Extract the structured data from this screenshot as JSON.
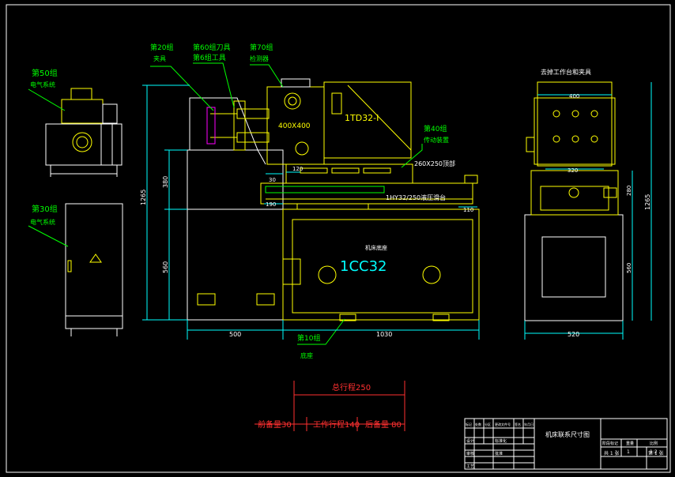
{
  "colors": {
    "background": "#000000",
    "frame": "#ffffff",
    "outline": "#ffffff",
    "detail": "#ffff00",
    "dimension": "#00ffff",
    "leader": "#00ff00",
    "stroke_note": "#ff3030",
    "callout": "#ff00ff"
  },
  "labels": {
    "group20": "第20组",
    "fixture": "夹具",
    "group60": "第60组刀具",
    "group6_tool": "第6组工具",
    "group70": "第70组",
    "detect": "检测器",
    "group50": "第50组",
    "electric_sys": "电气系统",
    "group30": "第30组",
    "electric_cab": "电气系统",
    "group40": "第40组",
    "slide_dev": "传动装置",
    "group10": "第10组",
    "base": "底座",
    "bed_label": "机床底座",
    "fixture_right": "去掉工作台和夹具",
    "unit_tdz": "1TD32-I",
    "unit_hy": "1HY32/250液压滑台",
    "unit_cc": "1CC32",
    "table_size": "400X400",
    "slide_size": "260X250顶部",
    "stroke_total": "总行程250",
    "stroke_front": "前备量30",
    "stroke_work": "工作行程140",
    "stroke_back": "后备量 80"
  },
  "dims": {
    "d380": "380",
    "d560l": "560",
    "d1265l": "1265",
    "d120": "120",
    "d30": "30",
    "d190": "190",
    "d110": "110",
    "d500": "500",
    "d1030": "1030",
    "d400": "400",
    "d320": "320",
    "d280": "280",
    "d560r": "560",
    "d1265r": "1265",
    "d520": "520"
  },
  "title_block": {
    "title": "机床联系尺寸图",
    "scale_ratio": "1:2",
    "qty": "1",
    "sheet": "共 1 张",
    "sheet_no": "第 1 张",
    "col_stage": "阶段标记",
    "col_weight": "重量",
    "col_scale": "比例",
    "row_mark": "标记",
    "row_count": "处数",
    "row_zone": "分区",
    "row_doc": "更改文件号",
    "row_sign": "签名",
    "row_date": "年月日",
    "row_design": "设计",
    "row_std": "标准化",
    "row_check": "审核",
    "row_approve": "批准",
    "row_process": "工艺"
  }
}
